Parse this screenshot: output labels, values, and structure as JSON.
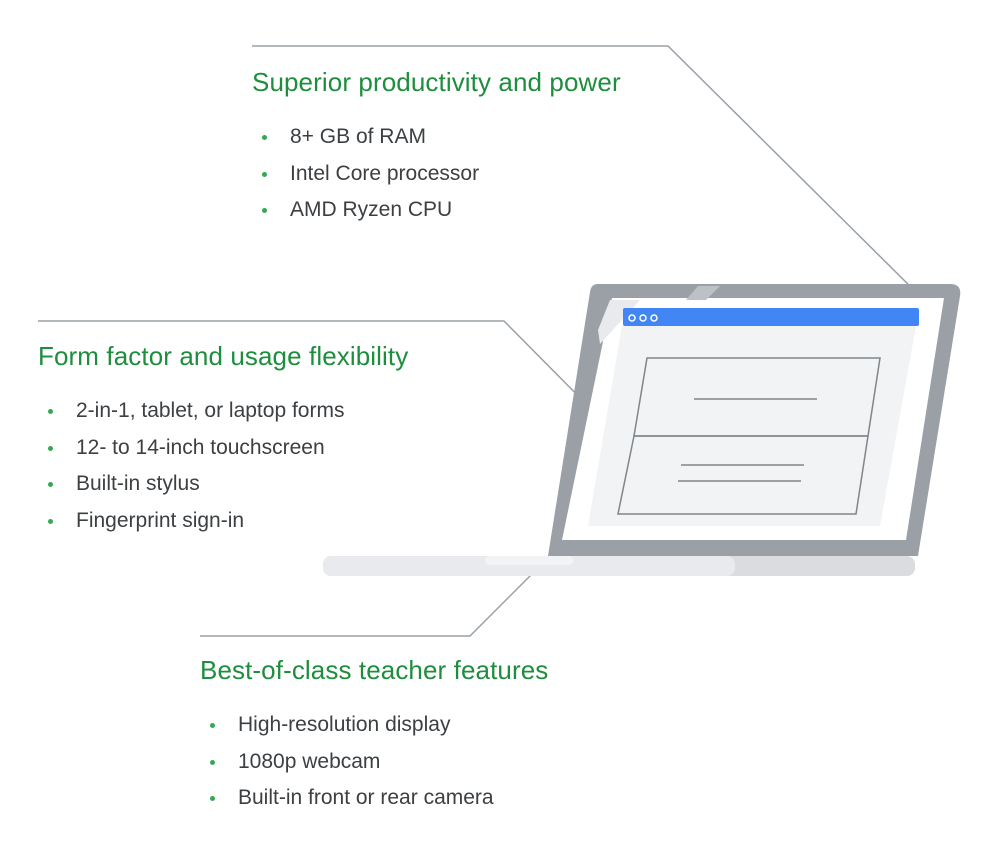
{
  "sections": {
    "productivity": {
      "heading": "Superior productivity and power",
      "items": [
        "8+ GB of RAM",
        "Intel Core processor",
        "AMD Ryzen CPU"
      ]
    },
    "form_factor": {
      "heading": "Form factor and usage flexibility",
      "items": [
        "2-in-1, tablet, or laptop forms",
        "12- to 14-inch touchscreen",
        "Built-in stylus",
        "Fingerprint sign-in"
      ]
    },
    "teacher": {
      "heading": "Best-of-class teacher features",
      "items": [
        "High-resolution display",
        "1080p webcam",
        "Built-in front or rear camera"
      ]
    }
  },
  "colors": {
    "heading_green": "#1e8e3e",
    "bullet_green": "#34a853",
    "text_gray": "#3c4043",
    "laptop_frame": "#9aa0a6",
    "screen_bg": "#f1f3f4",
    "browser_bar_blue": "#4285f4",
    "leader_line": "#9aa0a6"
  },
  "icons": [
    "laptop-illustration",
    "browser-window-icon",
    "bullet-dot-icon"
  ]
}
